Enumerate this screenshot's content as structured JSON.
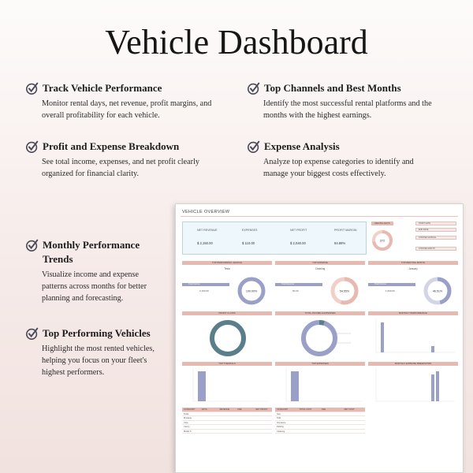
{
  "page": {
    "title": "Vehicle Dashboard",
    "check_color": "#4a4a58"
  },
  "features": [
    {
      "title": "Track Vehicle Performance",
      "desc": "Monitor rental days, net revenue, profit margins, and overall profitability for each vehicle."
    },
    {
      "title": "Top Channels and Best Months",
      "desc": "Identify the most successful rental platforms and the months with the highest earnings."
    },
    {
      "title": "Profit and Expense Breakdown",
      "desc": "See total income, expenses, and net profit clearly organized for financial clarity."
    },
    {
      "title": "Expense Analysis",
      "desc": "Analyze top expense categories to identify and manage your biggest costs effectively."
    },
    {
      "title": "Monthly Performance Trends",
      "desc": "Visualize income and expense patterns across months for better planning and forecasting."
    },
    {
      "title": "Top Performing Vehicles",
      "desc": "Highlight the most rented vehicles, helping you focus on your fleet's highest performers."
    }
  ],
  "dashboard": {
    "title": "VEHICLE OVERVIEW",
    "colors": {
      "pink": "#e8b9b1",
      "lavender": "#9aa0c8",
      "teal": "#5a7f8a",
      "paleblue": "#eef7fb"
    },
    "kpis": [
      {
        "label": "NET REVENUE",
        "value": "$ 2,150.00"
      },
      {
        "label": "EXPENSES",
        "value": "$ 110.00"
      },
      {
        "label": "NET PROFIT",
        "value": "$ 2,040.00"
      },
      {
        "label": "PROFIT MARGIN",
        "value": "94.88%"
      }
    ],
    "rental_days": {
      "label": "RENTAL DAYS",
      "value": "372"
    },
    "side_pills": [
      "START DATE",
      "END DATE",
      "CHOOSE VEHICLE",
      "CHOOSE MONTH"
    ],
    "panels": [
      {
        "header": "TOP PERFORMING VEHICLE",
        "name": "Tesla",
        "bar_label": "Total Income",
        "bar_value": "2,150.00",
        "donut_pct": "100.00%",
        "fill": 1.0
      },
      {
        "header": "TOP EXPENSE",
        "name": "Cleaning",
        "bar_label": "Total Expense",
        "bar_value": "60.00",
        "donut_pct": "54.55%",
        "fill": 0.5455
      },
      {
        "header": "TOP RENTING MONTH",
        "name": "January",
        "bar_label": "Total Income",
        "bar_value": "1,000.00",
        "donut_pct": "46.51%",
        "fill": 0.4651
      }
    ],
    "mid_panels": [
      "PROFIT & LOSS",
      "TOTAL INCOME & EXPENSES",
      "MONTHLY PERFORMANCE"
    ],
    "bottom_panels": [
      "TOP 5 RENTALS",
      "TOP EXPENSES",
      "MONTHLY EXPENSE BREAKDOWN"
    ],
    "tables": [
      {
        "headers": [
          "CATEGORY",
          "DAYS",
          "REVENUE",
          "FEE",
          "NET PROFIT"
        ],
        "rows": [
          [
            "Tesla",
            "",
            "",
            "",
            ""
          ],
          [
            "Mustang",
            "",
            "",
            "",
            ""
          ],
          [
            "Civic",
            "",
            "",
            "",
            ""
          ],
          [
            "Camry",
            "",
            "",
            "",
            ""
          ],
          [
            "Model S",
            "",
            "",
            "",
            ""
          ]
        ]
      },
      {
        "headers": [
          "CATEGORY",
          "TOTAL COST",
          "FEE",
          "NET COST"
        ],
        "rows": [
          [
            "Gas",
            "",
            "",
            ""
          ],
          [
            "Tolls",
            "",
            "",
            ""
          ],
          [
            "Insurance",
            "",
            "",
            ""
          ],
          [
            "Parking",
            "",
            "",
            ""
          ],
          [
            "Cleaning",
            "",
            "",
            ""
          ]
        ]
      }
    ]
  }
}
